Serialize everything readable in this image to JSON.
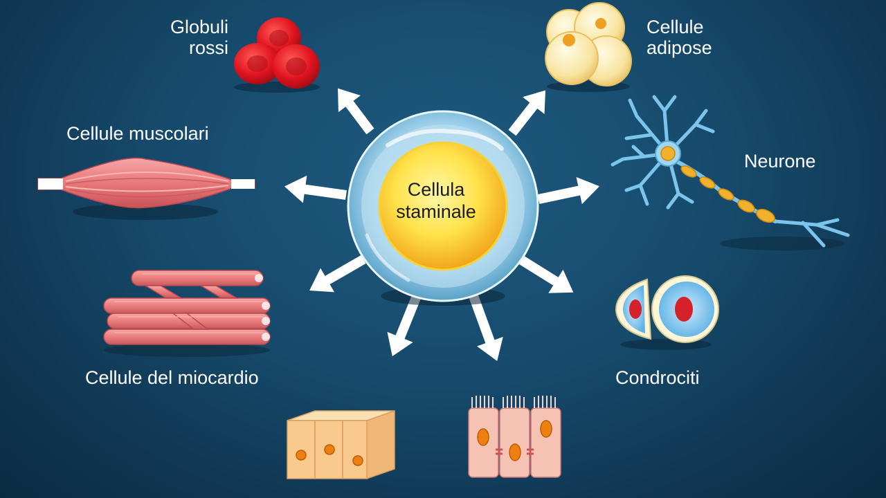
{
  "center": {
    "line1": "Cellula",
    "line2": "staminale"
  },
  "cells": {
    "globuli_rossi": {
      "line1": "Globuli",
      "line2": "rossi"
    },
    "cellule_adipose": {
      "line1": "Cellule",
      "line2": "adipose"
    },
    "cellule_muscolari": {
      "label": "Cellule muscolari"
    },
    "neurone": {
      "label": "Neurone"
    },
    "cellule_miocardio": {
      "label": "Cellule del miocardio"
    },
    "condrociti": {
      "label": "Condrociti"
    }
  },
  "colors": {
    "background": "#164a6c",
    "arrow": "#ffffff",
    "red_blood_cell": "#e0141f",
    "fat_cell": "#f8e4a0",
    "fat_nucleus": "#f0a020",
    "muscle": "#e9787a",
    "neuron": "#7cc4ec",
    "neuron_body": "#f2b12c",
    "chondrocyte": "#7fc6ee",
    "nucleus_red": "#d4212a",
    "epithelium": "#f9c98d",
    "columnar": "#f6c2b4"
  },
  "icons": [
    "stem-cell-icon",
    "red-blood-cells-icon",
    "fat-cells-icon",
    "muscle-cell-icon",
    "neuron-icon",
    "cardiac-muscle-icon",
    "chondrocytes-icon",
    "cuboidal-epithelium-icon",
    "columnar-epithelium-icon",
    "arrow-icon"
  ]
}
